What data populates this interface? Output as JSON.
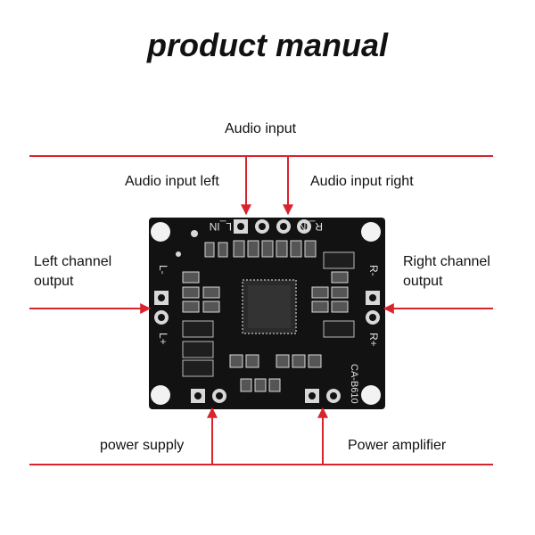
{
  "title": "product manual",
  "labels": {
    "audio_input": "Audio input",
    "audio_input_left": "Audio input left",
    "audio_input_right": "Audio input right",
    "left_channel_output": "Left channel output",
    "right_channel_output": "Right channel output",
    "power_supply": "power supply",
    "power_amplifier": "Power amplifier"
  },
  "silkscreen": {
    "l_in": "L_IN",
    "r_in": "R_IN",
    "l_minus": "L-",
    "l_plus": "L+",
    "r_minus": "R-",
    "r_plus": "R+",
    "model": "CA-B610"
  },
  "colors": {
    "line": "#d9232d",
    "board": "#121212",
    "pad": "#d8d8d8"
  }
}
